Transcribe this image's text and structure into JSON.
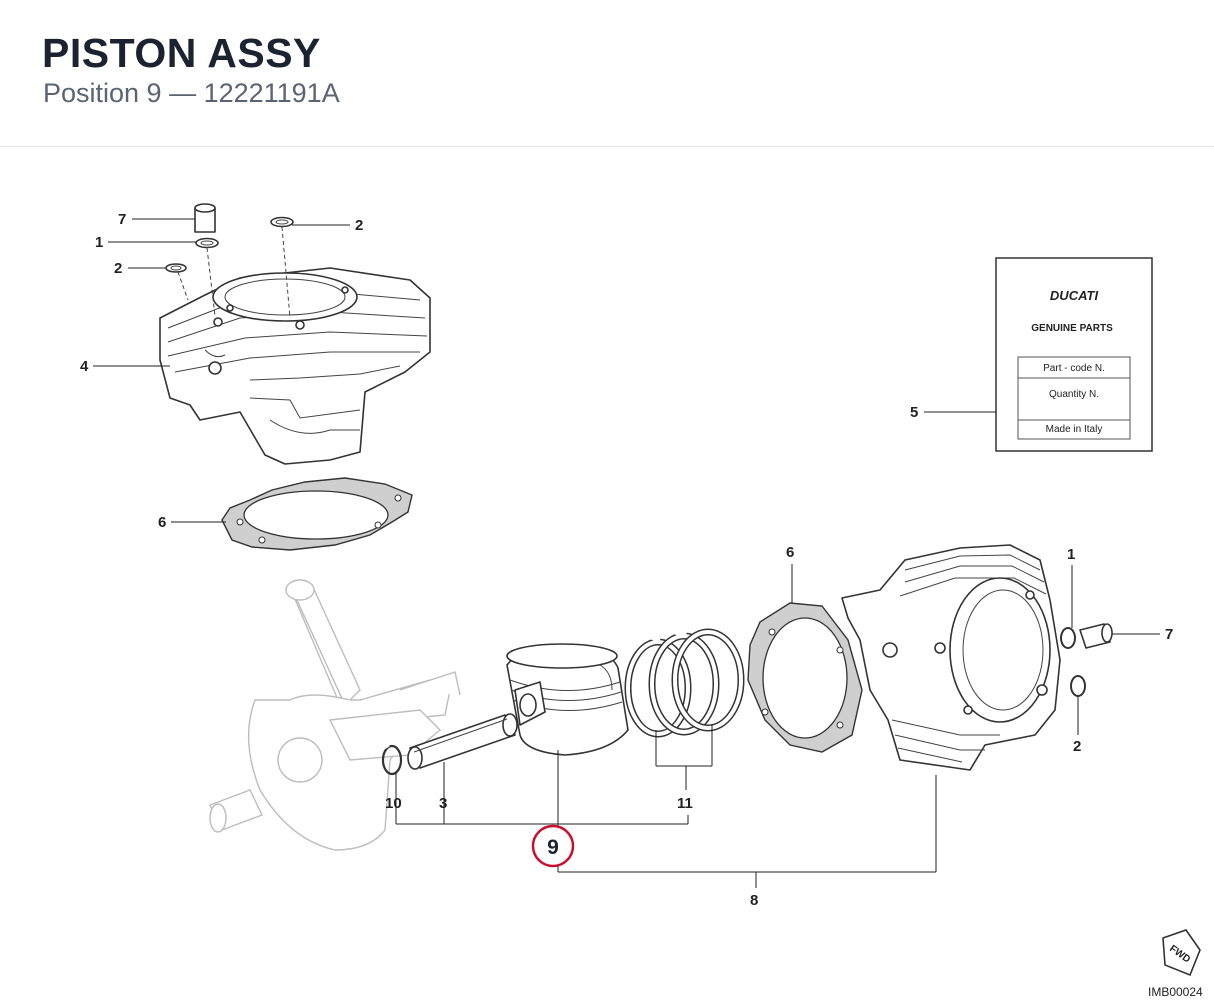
{
  "header": {
    "title": "PISTON ASSY",
    "subtitle": "Position 9 — 12221191A"
  },
  "callouts": {
    "c7a": "7",
    "c1a": "1",
    "c2a": "2",
    "c2b": "2",
    "c4": "4",
    "c6a": "6",
    "c5": "5",
    "c6b": "6",
    "c1b": "1",
    "c7b": "7",
    "c2c": "2",
    "c10": "10",
    "c3": "3",
    "c11": "11",
    "c9": "9",
    "c8": "8"
  },
  "label_card": {
    "brand": "DUCATI",
    "heading": "GENUINE PARTS",
    "row1": "Part - code N.",
    "row2": "Quantity N.",
    "row3": "Made in Italy"
  },
  "footer": {
    "fwd": "FWD",
    "image_code": "IMB00024"
  },
  "colors": {
    "highlight": "#c8102e",
    "title": "#1b2230",
    "subtitle": "#5b6472"
  }
}
